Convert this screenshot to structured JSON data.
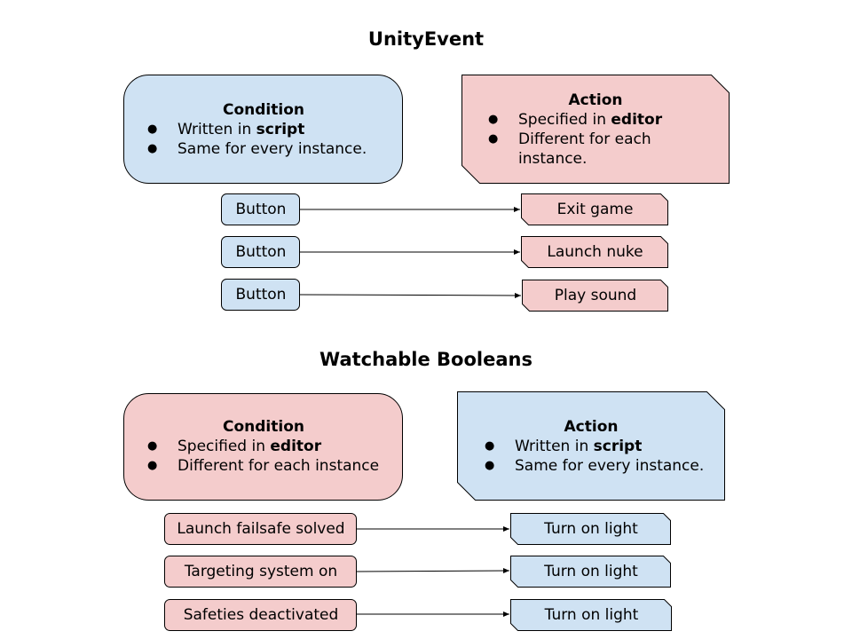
{
  "sections": [
    {
      "title": "UnityEvent",
      "condition": {
        "heading": "Condition",
        "items": [
          {
            "prefix": "Written in ",
            "bold": "script",
            "suffix": ""
          },
          {
            "prefix": "Same for every instance.",
            "bold": "",
            "suffix": ""
          }
        ]
      },
      "action": {
        "heading": "Action",
        "items": [
          {
            "prefix": "Specified in ",
            "bold": "editor",
            "suffix": ""
          },
          {
            "prefix": "Different for each instance.",
            "bold": "",
            "suffix": ""
          }
        ]
      },
      "mappings": [
        {
          "from": "Button",
          "to": "Exit game"
        },
        {
          "from": "Button",
          "to": "Launch nuke"
        },
        {
          "from": "Button",
          "to": "Play sound"
        }
      ]
    },
    {
      "title": "Watchable Booleans",
      "condition": {
        "heading": "Condition",
        "items": [
          {
            "prefix": "Specified in ",
            "bold": "editor",
            "suffix": ""
          },
          {
            "prefix": "Different for each instance",
            "bold": "",
            "suffix": ""
          }
        ]
      },
      "action": {
        "heading": "Action",
        "items": [
          {
            "prefix": "Written in ",
            "bold": "script",
            "suffix": ""
          },
          {
            "prefix": "Same for every instance.",
            "bold": "",
            "suffix": ""
          }
        ]
      },
      "mappings": [
        {
          "from": "Launch failsafe solved",
          "to": "Turn on light"
        },
        {
          "from": "Targeting system on",
          "to": "Turn on light"
        },
        {
          "from": "Safeties deactivated",
          "to": "Turn on light"
        }
      ]
    }
  ],
  "colors": {
    "script_fill": "#cfe2f3",
    "editor_fill": "#f4cccc",
    "stroke": "#000000"
  }
}
